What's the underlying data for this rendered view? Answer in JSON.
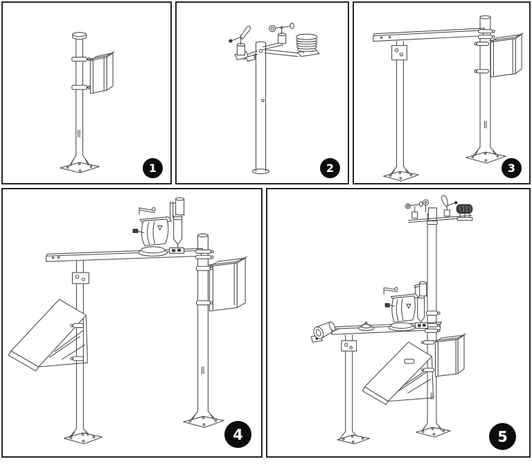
{
  "diagram": {
    "kind": "weather-station-assembly-steps",
    "panels": [
      {
        "number": "1",
        "parts": [
          "mounting-pole",
          "pole-base-plate",
          "enclosure-box",
          "pole-clamps"
        ]
      },
      {
        "number": "2",
        "parts": [
          "sensor-pole",
          "cross-arm-hub",
          "wind-vane",
          "cup-anemometer",
          "radiation-shield"
        ]
      },
      {
        "number": "3",
        "parts": [
          "instrument-pole",
          "sensor-pole",
          "horizontal-crossarm",
          "mounting-bracket",
          "enclosure-box",
          "pole-base-plates"
        ]
      },
      {
        "number": "4",
        "parts": [
          "instrument-pole",
          "sensor-pole",
          "horizontal-crossarm",
          "sensor-unit",
          "solar-panel",
          "solar-panel-frame",
          "enclosure-box",
          "pole-base-plates"
        ]
      },
      {
        "number": "5",
        "parts": [
          "sensor-pole",
          "instrument-pole",
          "horizontal-crossarm",
          "cup-anemometer",
          "wind-vane",
          "radiation-shield",
          "sensor-unit",
          "dome-sensor",
          "tilted-sensor",
          "solar-panel",
          "enclosure-box",
          "pole-base-plates"
        ]
      }
    ],
    "colors": {
      "background": "#ffffff",
      "panel_border": "#242424",
      "line_art": "#4c4c4c",
      "badge_background": "#0c0c0c",
      "badge_number": "#ffffff",
      "dark_component": "#3d3d3d"
    }
  }
}
